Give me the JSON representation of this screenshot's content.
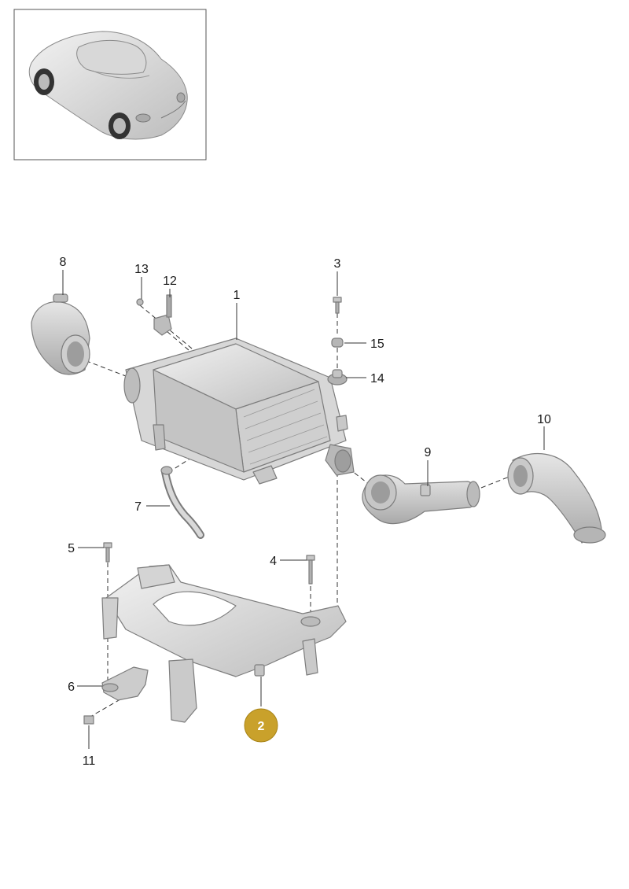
{
  "colors": {
    "part_fill": "#e3e3e3",
    "part_stroke": "#7d7d7d",
    "highlight_badge": "#c9a12b",
    "line": "#333333"
  },
  "callouts": [
    "1",
    "3",
    "4",
    "5",
    "6",
    "7",
    "8",
    "9",
    "10",
    "11",
    "12",
    "13",
    "14",
    "15"
  ],
  "highlight": "2"
}
